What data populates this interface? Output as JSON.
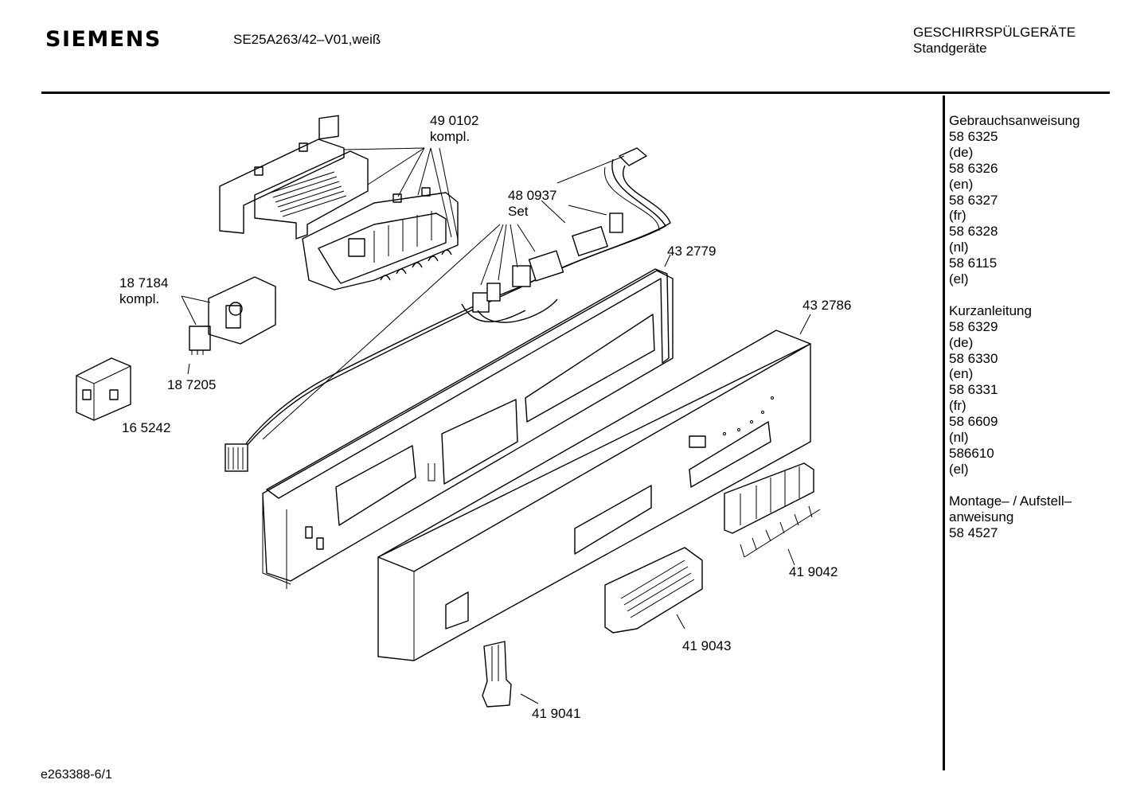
{
  "header": {
    "brand": "SIEMENS",
    "model": "SE25A263/42–V01,weiß",
    "category": "GESCHIRRSPÜLGERÄTE",
    "subcategory": "Standgeräte"
  },
  "footer": {
    "code": "e263388-6/1"
  },
  "docs": [
    {
      "lines": [
        "Gebrauchsanweisung",
        "58 6325",
        "(de)",
        "58 6326",
        "(en)",
        "58 6327",
        "(fr)",
        "58 6328",
        "(nl)",
        "58 6115",
        "(el)"
      ]
    },
    {
      "lines": [
        "Kurzanleitung",
        "58 6329",
        "(de)",
        "58 6330",
        "(en)",
        "58 6331",
        "(fr)",
        "58 6609",
        "(nl)",
        "586610",
        "(el)"
      ]
    },
    {
      "lines": [
        "Montage– / Aufstell–",
        "anweisung",
        "58 4527"
      ]
    }
  ],
  "parts": {
    "p490102": {
      "number": "49 0102",
      "note": "kompl."
    },
    "p480937": {
      "number": "48 0937",
      "note": "Set"
    },
    "p432779": {
      "number": "43 2779"
    },
    "p432786": {
      "number": "43 2786"
    },
    "p187184": {
      "number": "18 7184",
      "note": "kompl."
    },
    "p187205": {
      "number": "18 7205"
    },
    "p165242": {
      "number": "16 5242"
    },
    "p419042": {
      "number": "41 9042"
    },
    "p419043": {
      "number": "41 9043"
    },
    "p419041": {
      "number": "41 9041"
    }
  }
}
